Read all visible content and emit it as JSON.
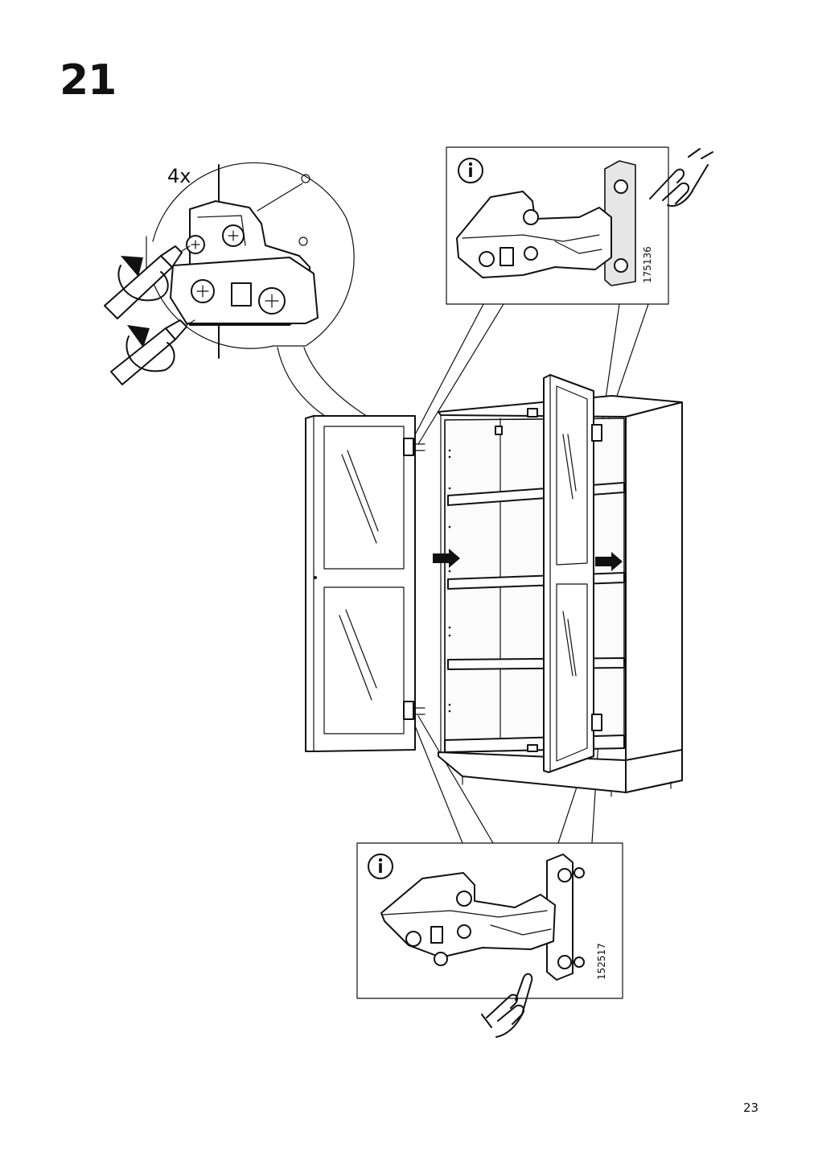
{
  "step": {
    "number": "21"
  },
  "detail": {
    "quantity": "4x"
  },
  "info_top": {
    "icon": "info-icon",
    "part_number": "175136"
  },
  "info_bottom": {
    "icon": "info-icon",
    "part_number": "152517"
  },
  "icons": {
    "pointing_hand": "pointing-hand-icon",
    "screwdriver": "screwdriver-icon",
    "rotation_arrow": "rotate-arrow-icon",
    "push_arrow": "push-arrow-icon"
  },
  "footer": {
    "page_number": "23"
  }
}
